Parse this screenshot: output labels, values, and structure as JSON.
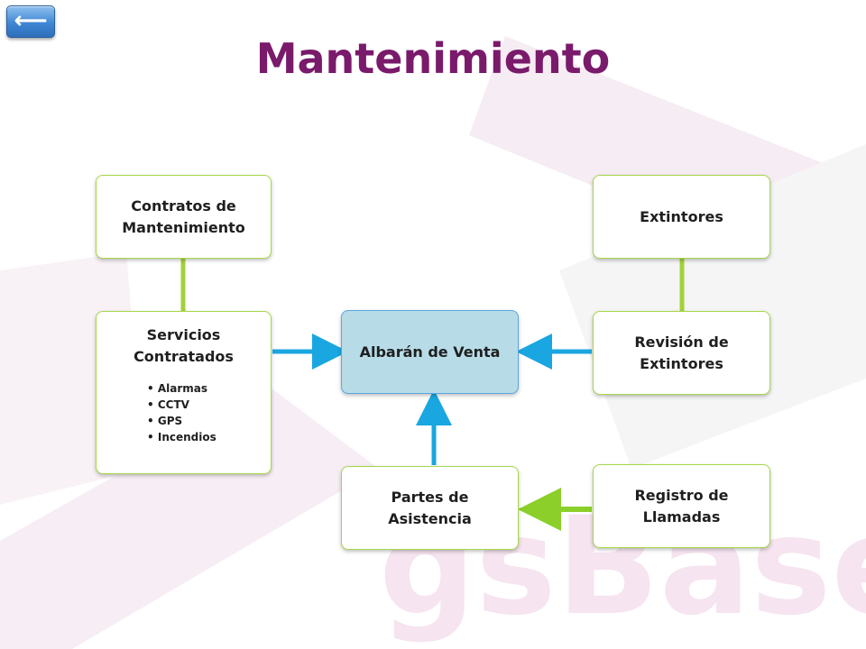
{
  "nav": {
    "back_glyph": "⟵"
  },
  "title": "Mantenimiento",
  "nodes": {
    "contratos": "Contratos de Mantenimiento",
    "servicios": "Servicios Contratados",
    "servicios_items": [
      "Alarmas",
      "CCTV",
      "GPS",
      "Incendios"
    ],
    "albaran": "Albarán de Venta",
    "partes": "Partes de Asistencia",
    "extintores": "Extintores",
    "revision": "Revisión de Extintores",
    "registro": "Registro de Llamadas"
  },
  "colors": {
    "title": "#7a1a6b",
    "node_border": "#a7d84a",
    "central_fill": "#b7dce8",
    "arrow_blue": "#1aa6e0",
    "arrow_green": "#8ccf2a",
    "watermark": "#f3e6f0"
  }
}
